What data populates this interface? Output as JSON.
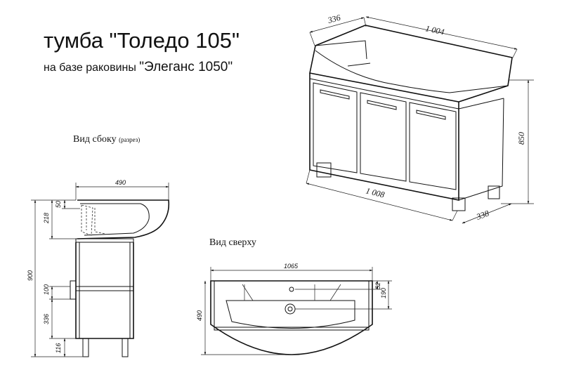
{
  "title": "тумба \"Толедо 105\"",
  "subtitle": {
    "prefix": "на базе раковины ",
    "model": "\"Элеганс 1050\""
  },
  "views": {
    "side": {
      "label": "Вид сбоку",
      "note": "(разрез)"
    },
    "top": {
      "label": "Вид сверху"
    }
  },
  "dimensions": {
    "iso_depth_top": "336",
    "iso_width_top": "1 004",
    "iso_height": "850",
    "iso_width_bottom": "1 008",
    "iso_depth_bottom": "338",
    "side_width": "490",
    "side_sink_top": "50",
    "side_sink_depth": "218",
    "side_total_height": "900",
    "side_shelf": "100",
    "side_lower": "336",
    "side_legs": "116",
    "top_width": "1065",
    "top_depth": "490",
    "top_tap": "52",
    "top_rear": "190"
  }
}
